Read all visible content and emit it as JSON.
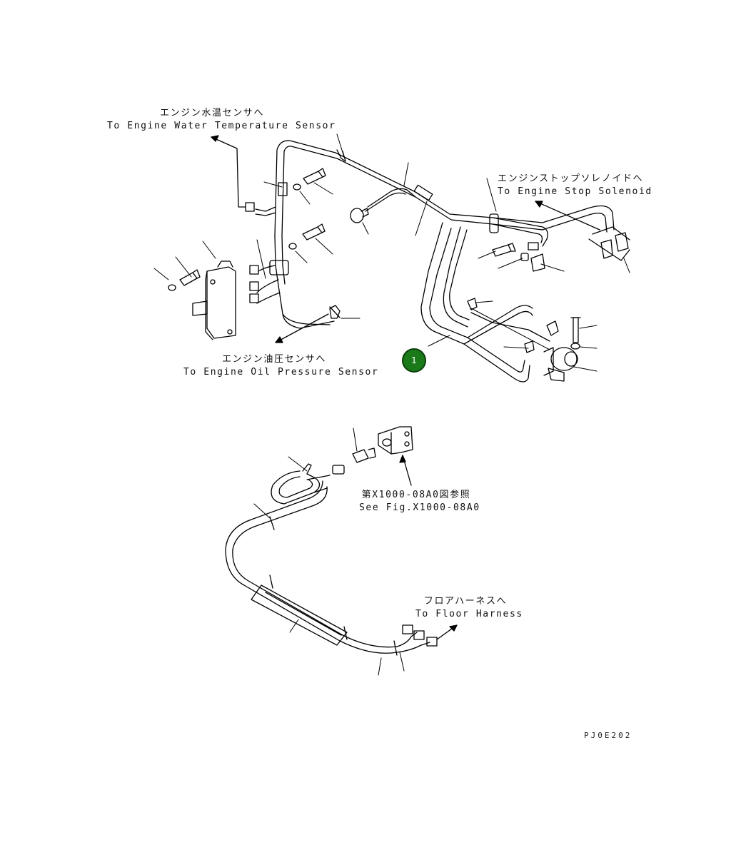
{
  "labels": {
    "water_temp": {
      "ja": "エンジン水温センサへ",
      "en": "To Engine Water Temperature Sensor"
    },
    "stop_solenoid": {
      "ja": "エンジンストップソレノイドへ",
      "en": "To Engine Stop Solenoid"
    },
    "oil_pressure": {
      "ja": "エンジン油圧センサへ",
      "en": "To Engine Oil Pressure Sensor"
    },
    "see_fig": {
      "ja": "第X1000-08A0図参照",
      "en": "See Fig.X1000-08A0"
    },
    "floor_harness": {
      "ja": "フロアハーネスへ",
      "en": "To Floor Harness"
    }
  },
  "callout": {
    "number": "1",
    "color": "#1a7a1a"
  },
  "drawing_code": "PJ0E202"
}
